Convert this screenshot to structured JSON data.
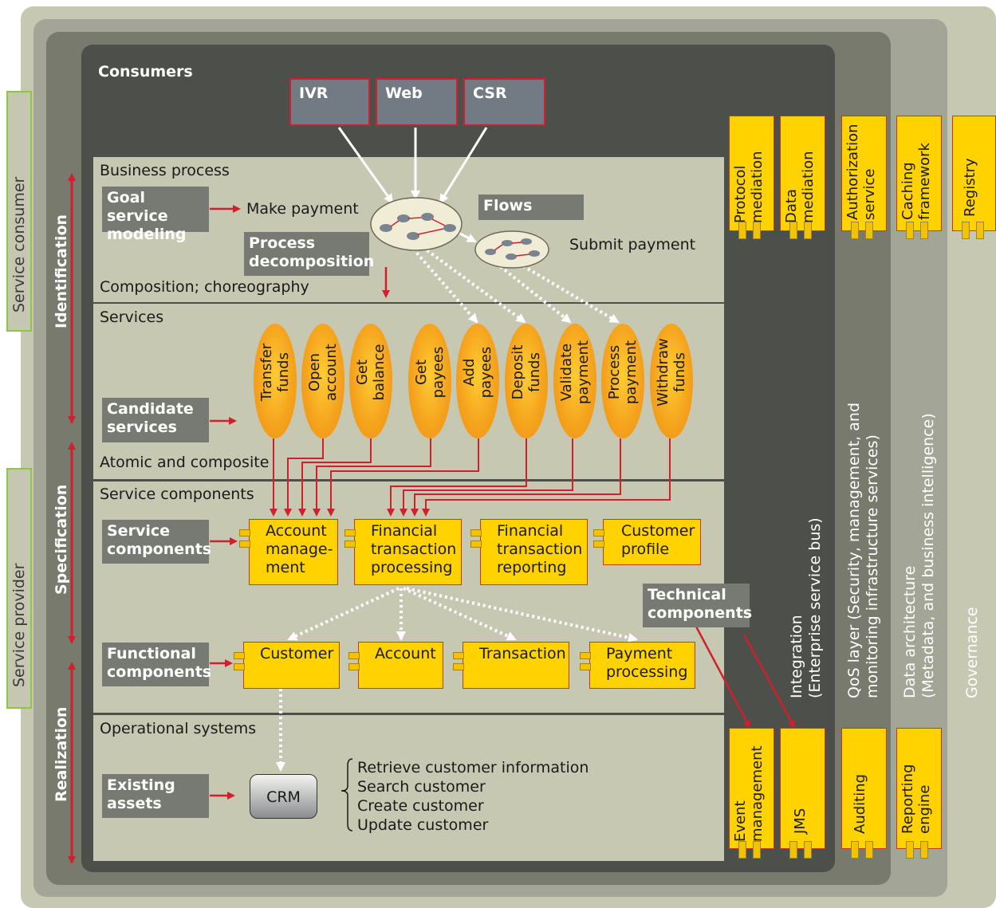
{
  "layers": {
    "consumers": "Consumers",
    "business_process": "Business process",
    "composition": "Composition; choreography",
    "services": "Services",
    "atomic": "Atomic and composite",
    "service_components": "Service components",
    "operational_systems": "Operational systems"
  },
  "channels": [
    "IVR",
    "Web",
    "CSR"
  ],
  "process": {
    "goal_service_modeling": [
      "Goal service",
      "modeling"
    ],
    "make_payment": "Make payment",
    "process_decomposition": [
      "Process",
      "decomposition"
    ],
    "flows": "Flows",
    "submit_payment": "Submit payment"
  },
  "candidate_services": {
    "label": [
      "Candidate",
      "services"
    ],
    "items": [
      [
        "Transfer",
        "funds"
      ],
      [
        "Open",
        "account"
      ],
      [
        "Get",
        "balance"
      ],
      [
        "Get",
        "payees"
      ],
      [
        "Add",
        "payees"
      ],
      [
        "Deposit",
        "funds"
      ],
      [
        "Validate",
        "payment"
      ],
      [
        "Process",
        "payment"
      ],
      [
        "Withdraw",
        "funds"
      ]
    ]
  },
  "service_components_box": {
    "label": [
      "Service",
      "components"
    ],
    "items": [
      [
        "Account",
        "manage-",
        "ment"
      ],
      [
        "Financial",
        "transaction",
        "processing"
      ],
      [
        "Financial",
        "transaction",
        "reporting"
      ],
      [
        "Customer",
        "profile"
      ]
    ]
  },
  "functional_components": {
    "label": [
      "Functional",
      "components"
    ],
    "items": [
      [
        "Customer"
      ],
      [
        "Account"
      ],
      [
        "Transaction"
      ],
      [
        "Payment",
        "processing"
      ]
    ]
  },
  "technical_components": [
    "Technical",
    "components"
  ],
  "existing_assets": {
    "label": [
      "Existing",
      "assets"
    ],
    "crm": "CRM",
    "operations": [
      "Retrieve customer information",
      "Search customer",
      "Create customer",
      "Update customer"
    ]
  },
  "integration_top": [
    [
      "Protocol",
      "mediation"
    ],
    [
      "Data",
      "mediation"
    ]
  ],
  "integration_bottom": [
    [
      "Event",
      "management"
    ],
    [
      "JMS"
    ]
  ],
  "integration_label": [
    "Integration",
    "(Enterprise service bus)"
  ],
  "qos_top": [
    "Authorization",
    "service"
  ],
  "qos_bottom": [
    "Auditing"
  ],
  "qos_label": [
    "QoS layer (Security, management, and",
    "monitoring infrastructure services)"
  ],
  "data_top": [
    "Caching",
    "framework"
  ],
  "data_bottom": [
    "Reporting",
    "engine"
  ],
  "data_label": [
    "Data architecture",
    "(Metadata, and business intelligence)"
  ],
  "registry": "Registry",
  "governance": "Governance",
  "phases": [
    "Identification",
    "Specification",
    "Realization"
  ],
  "side": [
    "Service consumer",
    "Service provider"
  ],
  "colors": {
    "governance_bg": "#c7c8b2",
    "outer_dark": "#777a6c",
    "core_dark": "#4d504a",
    "layer_bg": "#c7c8b2",
    "component": "#ffd200",
    "oval": "#f5a51e",
    "red": "#d0202e",
    "side_label_bg": "#c6c7b2"
  }
}
